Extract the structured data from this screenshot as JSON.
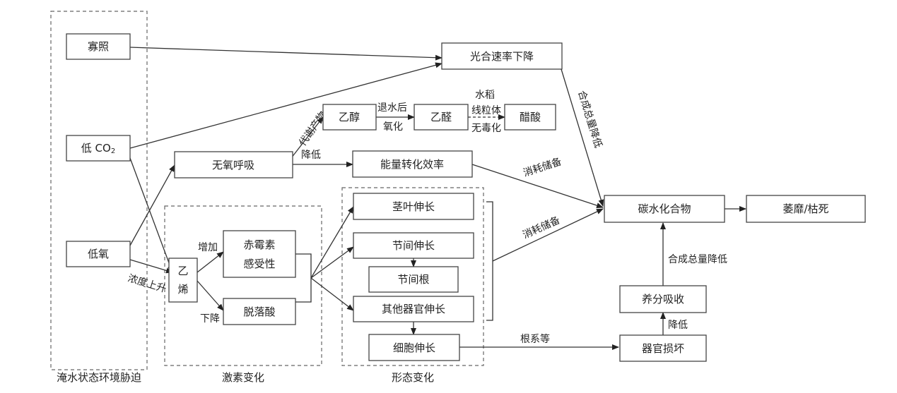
{
  "nodes": {
    "shade": "寡照",
    "low_co2": "低 CO",
    "low_co2_sub": "2",
    "low_oxygen": "低氧",
    "photosynthesis_drop": "光合速率下降",
    "ethanol": "乙醇",
    "acetaldehyde": "乙醛",
    "acetic_acid": "醋酸",
    "anaerobic_respiration": "无氧呼吸",
    "energy_efficiency": "能量转化效率",
    "ethylene_1": "乙",
    "ethylene_2": "烯",
    "gibberellin_1": "赤霉素",
    "gibberellin_2": "感受性",
    "abscisic_acid": "脱落酸",
    "stem_leaf_elongation": "茎叶伸长",
    "internode_elongation": "节间伸长",
    "internode_root": "节间根",
    "other_organ_elongation": "其他器官伸长",
    "cell_elongation": "细胞伸长",
    "carbohydrate": "碳水化合物",
    "wilt_death": "萎靡/枯死",
    "nutrient_absorption": "养分吸收",
    "organ_damage": "器官损坏"
  },
  "edges": {
    "metabolite": "代谢产物",
    "after_drain": "退水后",
    "oxidation": "氧化",
    "rice_1": "水稻",
    "rice_2": "线粒体",
    "detox": "无毒化",
    "reduce": "降低",
    "consume_reserve_1": "消耗储备",
    "consume_reserve_2": "消耗储备",
    "synthesis_drop_1": "合成总量降低",
    "synthesis_drop_2": "合成总量降低",
    "increase": "增加",
    "decrease": "下降",
    "concentration_up": "浓度上升",
    "roots_etc": "根系等",
    "reduce_2": "降低"
  },
  "groups": {
    "flooding_stress": "淹水状态环境胁迫",
    "hormone_change": "激素变化",
    "morphology_change": "形态变化"
  }
}
